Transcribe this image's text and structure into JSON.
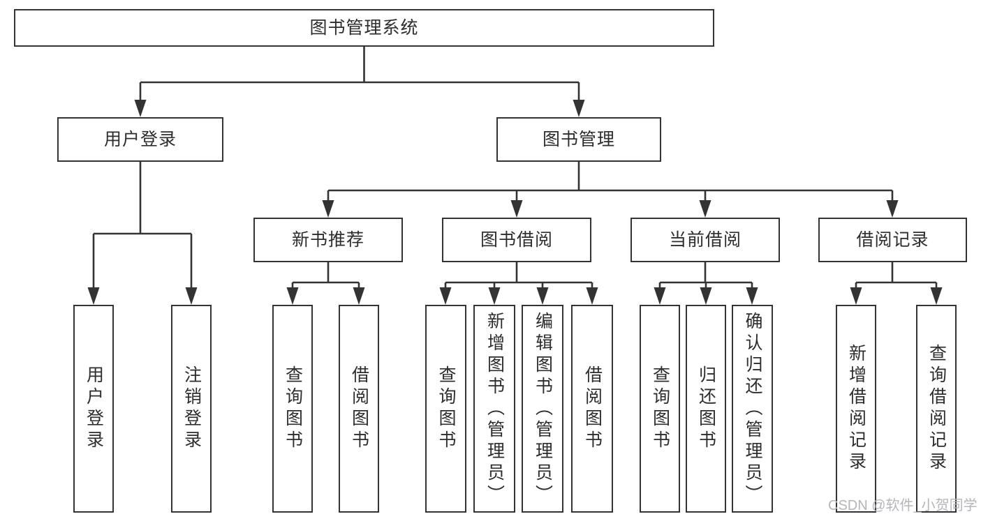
{
  "colors": {
    "line": "#333333",
    "box_border": "#333333",
    "box_background": "#ffffff",
    "text": "#2d2d2d",
    "watermark": "#b5b5bb"
  },
  "tree": {
    "root": {
      "label": "图书管理系统"
    },
    "branches": [
      {
        "label": "用户登录",
        "children": [
          "用户登录",
          "注销登录"
        ]
      },
      {
        "label": "图书管理",
        "groups": [
          {
            "label": "新书推荐",
            "children": [
              "查询图书",
              "借阅图书"
            ]
          },
          {
            "label": "图书借阅",
            "children": [
              "查询图书",
              "新增图书（管理员）",
              "编辑图书（管理员）",
              "借阅图书"
            ]
          },
          {
            "label": "当前借阅",
            "children": [
              "查询图书",
              "归还图书",
              "确认归还（管理员）"
            ]
          },
          {
            "label": "借阅记录",
            "children": [
              "新增借阅记录",
              "查询借阅记录"
            ]
          }
        ]
      }
    ]
  },
  "watermark": {
    "text": "CSDN @软件_小贺同学"
  }
}
